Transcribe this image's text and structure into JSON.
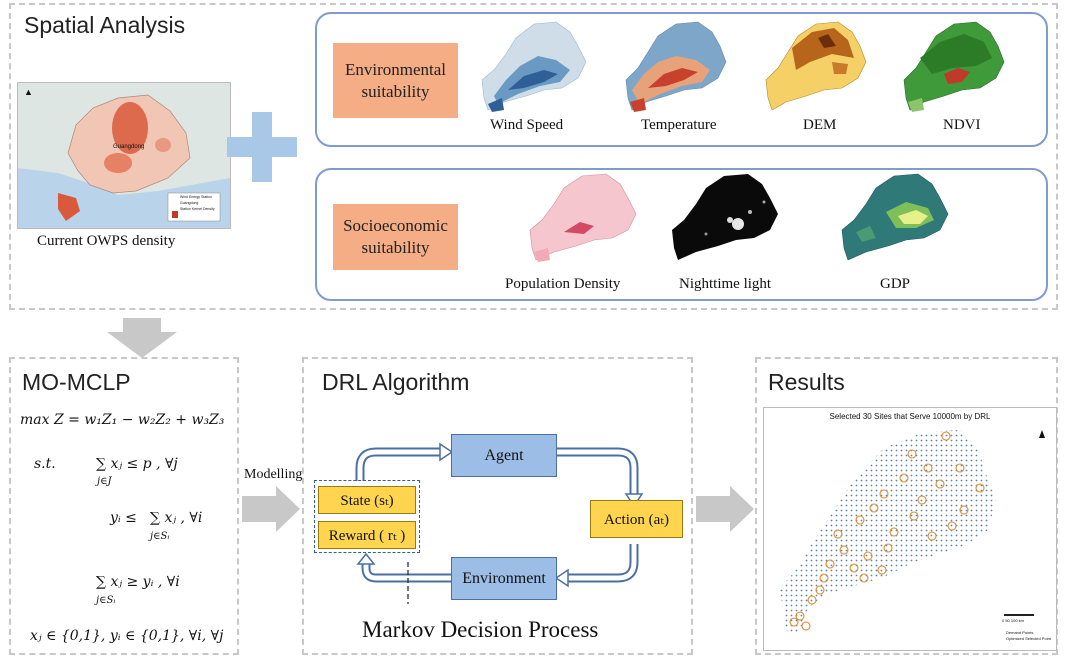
{
  "spatial": {
    "title": "Spatial Analysis",
    "map_caption": "Current OWPS density",
    "map_title": "Guangdong",
    "map_legend": [
      "Wind Energy Station",
      "Guangdong",
      "Station Kernel Density"
    ]
  },
  "environmental": {
    "label": "Environmental suitability",
    "maps": [
      "Wind Speed",
      "Temperature",
      "DEM",
      "NDVI"
    ]
  },
  "socioeconomic": {
    "label": "Socioeconomic suitability",
    "maps": [
      "Population Density",
      "Nighttime light",
      "GDP"
    ]
  },
  "mo_mclp": {
    "title": "MO-MCLP",
    "objective": "max Z = w₁Z₁ − w₂Z₂ + w₃Z₃",
    "st": "s.t.",
    "c1": "∑ xⱼ ≤ p , ∀j",
    "c1_sub": "j∈J",
    "c2_lhs": "yᵢ ≤",
    "c2": "∑ xⱼ , ∀i",
    "c2_sub": "j∈Sᵢ",
    "c3": "∑ xⱼ ≥  yᵢ , ∀i",
    "c3_sub": "j∈Sᵢ",
    "c4": "xⱼ ∈ {0,1}, yᵢ ∈ {0,1}, ∀i, ∀j"
  },
  "modelling_label": "Modelling",
  "drl": {
    "title": "DRL Algorithm",
    "agent": "Agent",
    "environment": "Environment",
    "action": "Action (aₜ)",
    "state": "State (sₜ)",
    "reward": "Reward ( rₜ )",
    "mdp": "Markov Decision Process"
  },
  "results": {
    "title": "Results",
    "chart_title": "Selected 30 Sites that Serve 10000m by DRL",
    "legend": [
      "Demand Points",
      "Optimized Selected Point"
    ],
    "scale": "0   50   100 km"
  },
  "colors": {
    "orange": "#f4ad85",
    "blue_box": "#9bbde6",
    "yellow_box": "#ffd54f",
    "panel_border": "#7f9bd0",
    "dash": "#c8c8c8",
    "plus": "#a9c7e6"
  }
}
